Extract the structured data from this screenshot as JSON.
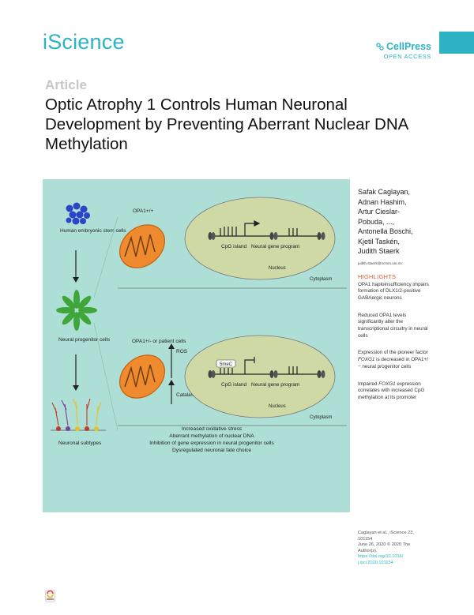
{
  "header": {
    "journal": "iScience",
    "publisher": "CellPress",
    "access": "OPEN ACCESS"
  },
  "article": {
    "type": "Article",
    "title": "Optic Atrophy 1 Controls Human Neuronal Development by Preventing Aberrant Nuclear DNA Methylation"
  },
  "graphical_abstract": {
    "stem_cells": "Human embryonic stem cells",
    "progenitors": "Neural progenitor cells",
    "subtypes": "Neuronal subtypes",
    "top_cell": "OPA1+/+",
    "bottom_cell": "OPA1+/- or patient cells",
    "ros": "ROS",
    "catalase": "Catalase",
    "cpg_top": "CpG island",
    "gene_top": "Neural gene program",
    "nucleus_top": "Nucleus",
    "cyto_top": "Cytoplasm",
    "fivemec": "5meC",
    "cpg_bottom": "CpG island",
    "gene_bottom": "Neural gene program",
    "nucleus_bottom": "Nucleus",
    "cyto_bottom": "Cytoplasm",
    "outcomes": [
      "Increased oxidative stress",
      "Aberrant methylation of nuclear DNA",
      "Inhibition of gene expression in neural progenitor cells",
      "Dysregulated neuronal fate choice"
    ]
  },
  "authors": [
    "Safak Caglayan,",
    "Adnan Hashim,",
    "Artur Cieslar-",
    "Pobuda, ...,",
    "Antonella Boschi,",
    "Kjetil Taskén,",
    "Judith Staerk"
  ],
  "email": "judith.staerk@ncmm.uio.no",
  "highlights_heading": "HIGHLIGHTS",
  "highlights": {
    "h1": "OPA1 haploinsufficiency impairs formation of DLX1/2-positive GABAergic neurons",
    "h2": "Reduced OPA1 levels significantly alter the transcriptional circuitry in neural cells",
    "h3a": "Expression of the pioneer factor ",
    "h3b": "FOXG1",
    "h3c": " is decreased in OPA1+/− neural progenitor cells",
    "h4a": "Impaired ",
    "h4b": "FOXG1",
    "h4c": " expression correlates with increased CpG methylation at its promoter"
  },
  "citation": {
    "line1": "Caglayan et al., iScience 23,",
    "line2": "101154",
    "line3": "June 26, 2020 © 2020 The",
    "line4": "Author(s).",
    "doi1": "https://doi.org/10.1016/",
    "doi2": "j.isci.2020.101154"
  },
  "colors": {
    "accent": "#2db3c4",
    "highlight_heading": "#e05a2c",
    "graphic_bg": "#aedfd6",
    "nucleus_fill": "#cfd9a6",
    "mito": "#f08a2e",
    "stem_cells": "#2b45c8",
    "progenitor": "#3fa63a"
  }
}
